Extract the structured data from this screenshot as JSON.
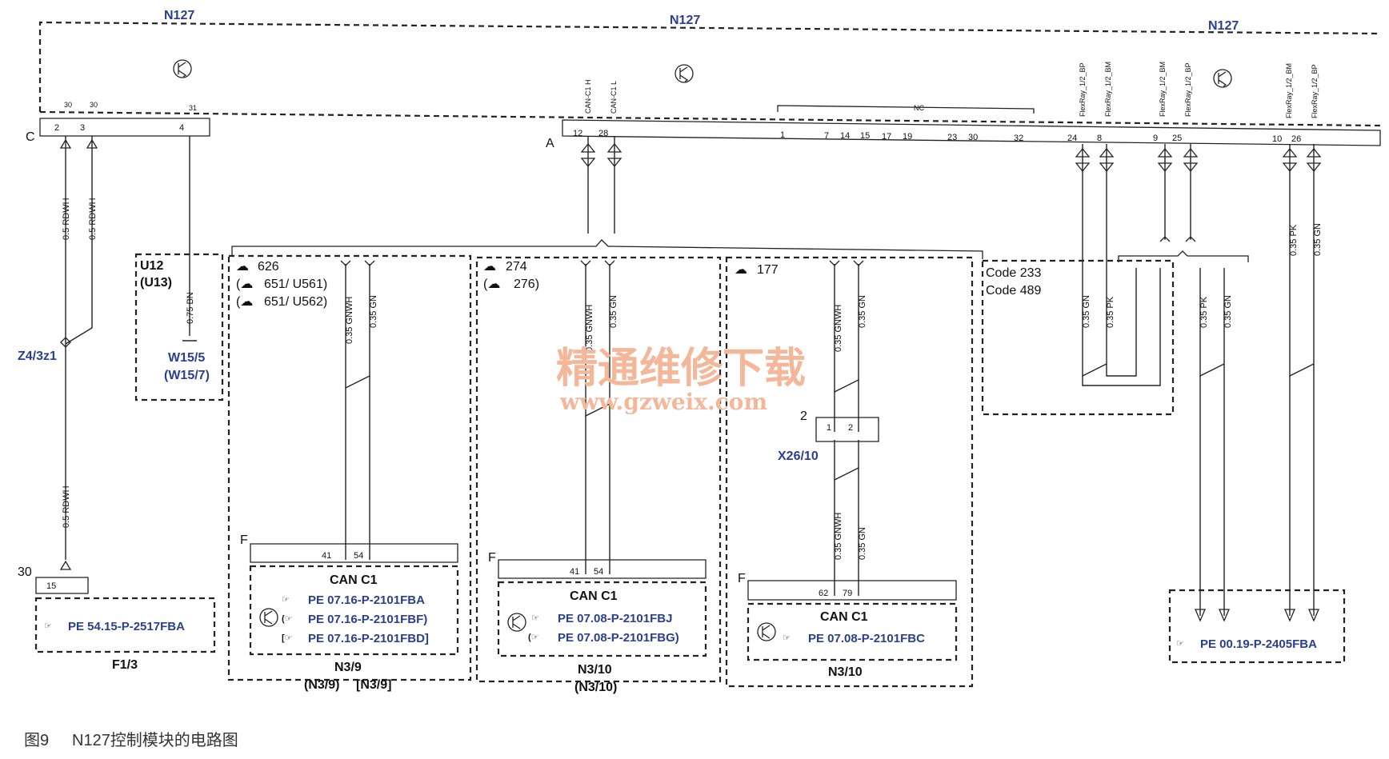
{
  "module_labels": [
    "N127",
    "N127",
    "N127"
  ],
  "connectors": {
    "c": "C",
    "a": "A"
  },
  "connector_c_pins": [
    "2",
    "3",
    "4"
  ],
  "connector_c_tiny": [
    "30",
    "30",
    "31"
  ],
  "connector_a_pins": [
    "12",
    "28",
    "1",
    "7",
    "14",
    "15",
    "17",
    "19",
    "23",
    "30",
    "32",
    "24",
    "8",
    "9",
    "25",
    "10",
    "26"
  ],
  "connector_a_tiny": [
    "CAN-C1 H",
    "CAN-C1 L",
    "NC",
    "FlexRay_1/2_BP",
    "FlexRay_1/2_BM",
    "FlexRay_1/2_BM",
    "FlexRay_1/2_BP",
    "FlexRay_1/2_BM",
    "FlexRay_1/2_BP"
  ],
  "wires": {
    "rdwh_a": "0.5 RDWH",
    "rdwh_b": "0.5 RDWH",
    "rdwh_c": "0.5 RDWH",
    "bn": "0.75 BN",
    "gnwh_1": "0.35 GNWH",
    "gn_1": "0.35 GN",
    "gnwh_2": "0.35 GNWH",
    "gn_2": "0.35 GN",
    "gnwh_3": "0.35 GNWH",
    "gn_3": "0.35 GN",
    "gnwh_4": "0.35 GNWH",
    "gn_4": "0.35 GN",
    "gn_code": "0.35 GN",
    "pk_code": "0.35 PK",
    "pk_flex": "0.35 PK",
    "gn_flex": "0.35 GN",
    "pk_right": "0.35 PK",
    "gn_right": "0.35 GN"
  },
  "splice": "Z4/3z1",
  "u12": {
    "line1": "U12",
    "line2": "(U13)",
    "target1": "W15/5",
    "target2": "(W15/7)"
  },
  "f13": {
    "pin_top": "30",
    "pin": "15",
    "ref": "PE 54.15-P-2517FBA",
    "name": "F1/3"
  },
  "n39": {
    "codes": [
      "626",
      "651/ U561)",
      "651/ U562)"
    ],
    "pins": [
      "41",
      "54"
    ],
    "can": "CAN C1",
    "refs": [
      "PE 07.16-P-2101FBA",
      "PE 07.16-P-2101FBF)",
      "PE 07.16-P-2101FBD]"
    ],
    "name1": "N3/9",
    "name2": "(N3/9)",
    "name3": "[N3/9]"
  },
  "n310a": {
    "codes": [
      "274",
      "276)"
    ],
    "pins": [
      "41",
      "54"
    ],
    "can": "CAN C1",
    "refs": [
      "PE 07.08-P-2101FBJ",
      "PE 07.08-P-2101FBG)"
    ],
    "name1": "N3/10",
    "name2": "(N3/10)"
  },
  "n310b": {
    "codes": [
      "177"
    ],
    "x26_pin": "2",
    "x26_pins": [
      "1",
      "2"
    ],
    "x26": "X26/10",
    "pins": [
      "62",
      "79"
    ],
    "can": "CAN C1",
    "refs": [
      "PE 07.08-P-2101FBC"
    ],
    "name": "N3/10"
  },
  "code_box": {
    "line1": "Code 233",
    "line2": "Code 489"
  },
  "flex_ref": "PE 00.19-P-2405FBA",
  "f_label": "F",
  "watermark": {
    "cn": "精通维修下载",
    "url": "www.gzweix.com"
  },
  "caption": {
    "fig": "图9",
    "text": "N127控制模块的电路图"
  }
}
